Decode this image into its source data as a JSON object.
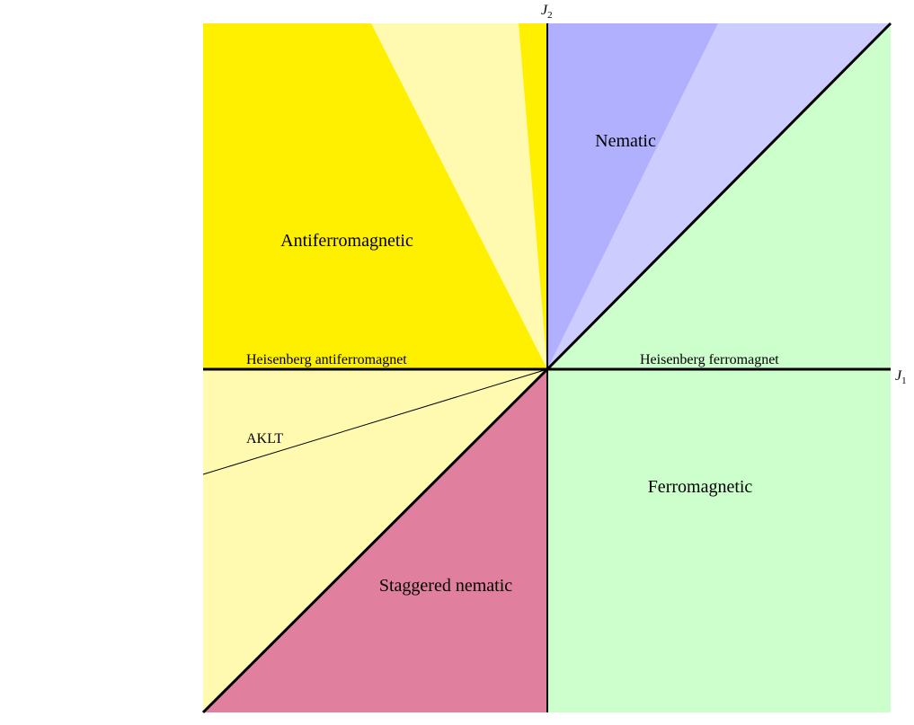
{
  "axes": {
    "x": {
      "symbol": "J",
      "subscript": "1"
    },
    "y": {
      "symbol": "J",
      "subscript": "2"
    }
  },
  "regions": {
    "antiferromagnetic": "Antiferromagnetic",
    "nematic": "Nematic",
    "ferromagnetic": "Ferromagnetic",
    "staggered_nematic": "Staggered nematic"
  },
  "lines": {
    "heisenberg_antiferromagnet": "Heisenberg antiferromagnet",
    "heisenberg_ferromagnet": "Heisenberg ferromagnet",
    "aklt": "AKLT"
  },
  "colors": {
    "antiferromagnetic": "#fff000",
    "light_yellow": "#fffab0",
    "nematic": "#b0b0ff",
    "light_blue": "#ccccff",
    "ferromagnetic": "#ccffcc",
    "staggered_nematic": "#e0809e"
  }
}
